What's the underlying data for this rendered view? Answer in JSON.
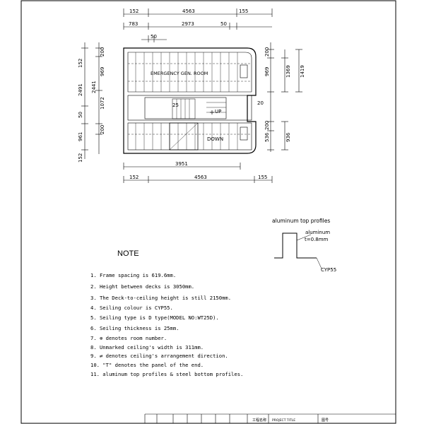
{
  "plan": {
    "room_label": "EMERGENCY GEN. ROOM",
    "up_label": "UP",
    "down_label": "DOWN",
    "grid_marker": "25",
    "grid_marker_right": "20",
    "top_dims": [
      "152",
      "4563",
      "155"
    ],
    "second_dims": [
      "783",
      "2973",
      "50"
    ],
    "inner_dim": "50",
    "bottom_dim_inner": "3951",
    "bottom_dims": [
      "152",
      "4563",
      "155"
    ],
    "left_outer_dims": [
      "152",
      "2491",
      "50",
      "961",
      "152"
    ],
    "left_inner_dims": [
      "200",
      "969",
      "2441",
      "1072",
      "200"
    ],
    "right_inner_dims": [
      "200",
      "969",
      "200",
      "536"
    ],
    "right_outer_dims": [
      "1369",
      "1419",
      "936"
    ]
  },
  "profile": {
    "title": "aluminum top profiles",
    "material_label": "aluminum",
    "thickness_label": "t=0.8mm",
    "code_label": "CYP55"
  },
  "notes": {
    "title": "NOTE",
    "items": [
      "1. Frame spacing is 619.6mm.",
      "2. Height between decks is 3050mm.",
      "3. The Deck-to-ceiling height is still 2150mm.",
      "4. Seiling colour is CYP55.",
      "5. Seiling type is D type(MODEL NO:WT25D).",
      "6. Seiling thickness is 25mm.",
      "7. ⊗ denotes room number.",
      "8. Unmarked ceiling's width is 311mm.",
      "9. ⇄ denotes ceiling's arrangement direction.",
      "10. \"T\" denotes  the panel of the end.",
      "11. aluminum top profiles & steel bottom profiles."
    ]
  },
  "title_block": {
    "cells": [
      "工程名称",
      "PROJECT TITLE",
      "图号"
    ]
  }
}
